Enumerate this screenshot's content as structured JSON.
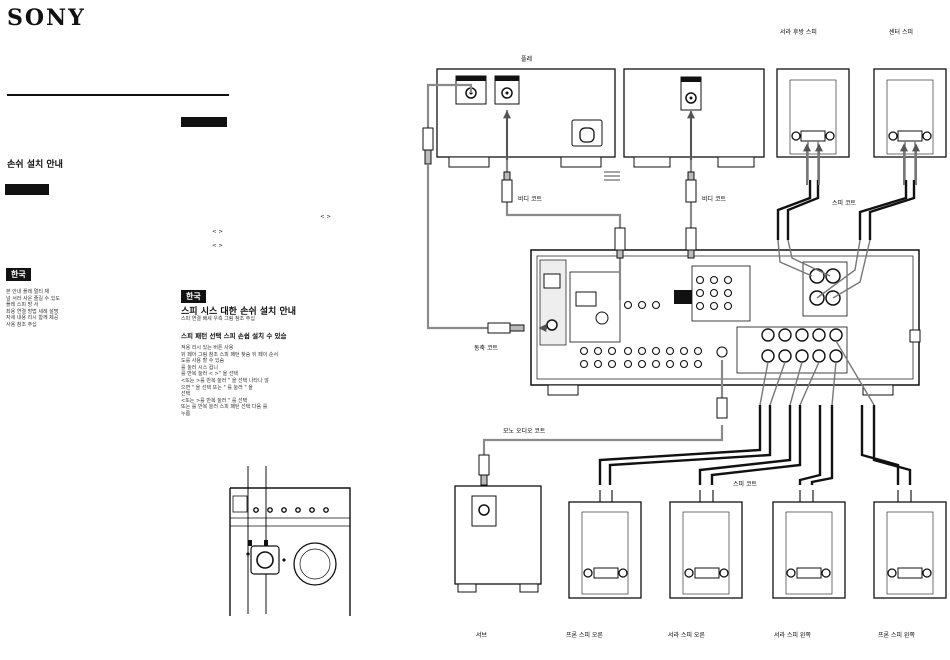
{
  "header": {
    "brand": "SONY",
    "doc_title": "손쉬 설치 안내"
  },
  "left_column": {
    "language_tab": "한국",
    "intro_lines": [
      "본 안내 플레 멀티 채",
      "널 서라 사운 즐길 수 있도",
      "플레 스피 방 서",
      "최용 연결 방법 세례 설명",
      "자세 내용 리시 함께 제공",
      "사용 참조 주십"
    ]
  },
  "mid_column": {
    "language_tab": "한국",
    "section_title": "스피 시스 대한 손쉬 설치 안내",
    "section_subtitle": "스피 연결 배세 우측 그림 참조 주십",
    "pattern_heading": "스피 패턴 선택 스피 손쉽 설치 수 있슴",
    "steps": [
      "적용 리시 있는 버튼 사용",
      "뒤 페이 그림 참조 스피 패턴 찾슴 뒤 페이 순서",
      "도를 사용 할 수 있슴",
      "를 눌러 시스 컵니",
      "를 반복 눌러 < >\" 을 선택",
      "<또는 >를 반복 눌러 \" 을 선택 나타나 않",
      "으면 \" 을 선택 또는 \" 를 눌러 \" 을",
      "선택",
      "<또는 >를 반복 눌러 \" 를 선택",
      "또는 를 반복 눌러 스피 패턴 선택 다음 를",
      "누름"
    ],
    "arrow_steps": [
      "< >",
      "< >",
      "< >"
    ]
  },
  "diagram": {
    "player_label": "플레",
    "rear_speakers_label": "서라 후방 스피",
    "center_speaker_label": "센터 스피",
    "video_cord_label_1": "비디 코트",
    "video_cord_label_2": "비디 코트",
    "coaxial_cord_label": "동축 코트",
    "speaker_cord_top_label": "스피 코트",
    "speaker_cord_bottom_label": "스피 코트",
    "mono_audio_cord_label": "모노 오디오 코트",
    "bottom_labels": {
      "subwoofer": "서브",
      "front_right": "프론 스피 오른",
      "surround_right": "서라 스피 오른",
      "surround_left": "서라 스피 왼쪽",
      "front_left": "프론 스피 왼쪽"
    }
  },
  "colors": {
    "ink": "#111111",
    "cable_gray": "#8a8a8a",
    "panel_gray": "#d9d9d9",
    "jack_dark": "#222222"
  }
}
